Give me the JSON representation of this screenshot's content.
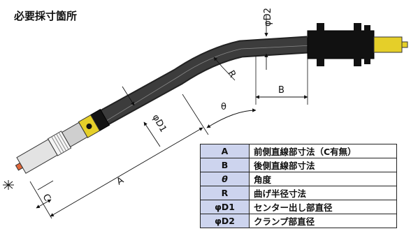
{
  "title": "必要採寸箇所",
  "labels": {
    "A": "A",
    "B": "B",
    "C": "C",
    "R": "R",
    "theta": "θ",
    "D1": "φD1",
    "D2": "φD2"
  },
  "legend": [
    {
      "symbol": "A",
      "description": "前側直線部寸法（C有無）"
    },
    {
      "symbol": "B",
      "description": "後側直線部寸法"
    },
    {
      "symbol": "θ",
      "description": "角度"
    },
    {
      "symbol": "R",
      "description": "曲げ半径寸法"
    },
    {
      "symbol": "φD1",
      "description": "センター出し部直径"
    },
    {
      "symbol": "φD2",
      "description": "クランプ部直径"
    }
  ],
  "colors": {
    "neck": "#3a3a3a",
    "clamp": "#111111",
    "brass": "#e5cf29",
    "insulator": "#e2e2e2",
    "tip": "#e0673a",
    "legend_header": "#cdd4ee"
  }
}
